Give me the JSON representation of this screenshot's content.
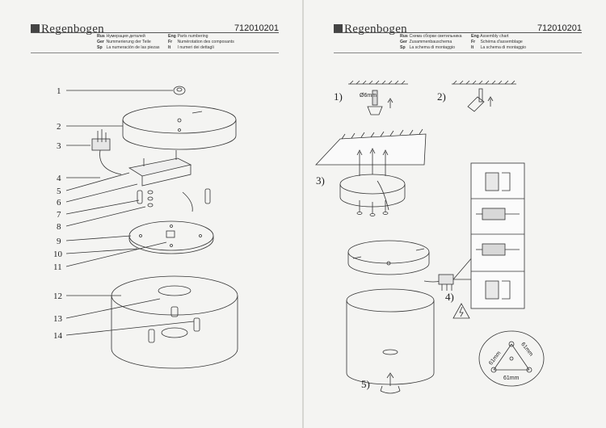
{
  "brand": "Regenbogen",
  "document_number": "712010201",
  "left_page": {
    "legend": [
      [
        "Rus",
        "Нумерация деталей"
      ],
      [
        "Eng",
        "Parts numbering"
      ],
      [
        "Ger",
        "Nummerierung der Teile"
      ],
      [
        "Fr",
        "Numérotation des composants"
      ],
      [
        "Sp",
        "La numeración de las piezas"
      ],
      [
        "It",
        "I numeri dei dettagli"
      ]
    ],
    "part_numbers": [
      "1",
      "2",
      "3",
      "4",
      "5",
      "6",
      "7",
      "8",
      "9",
      "10",
      "11",
      "12",
      "13",
      "14"
    ]
  },
  "right_page": {
    "legend": [
      [
        "Rus",
        "Схема сборки светильника"
      ],
      [
        "Eng",
        "Assembly chart"
      ],
      [
        "Ger",
        "Zusammenbauschema"
      ],
      [
        "Fr",
        "Schéma d'assemblage"
      ],
      [
        "Sp",
        "La schema di montaggio"
      ],
      [
        "It",
        "La schema di montaggio"
      ]
    ],
    "steps": [
      "1)",
      "2)",
      "3)",
      "4)",
      "5)"
    ],
    "drill_label": "Ø6mm",
    "dimensions": [
      "61mm",
      "61mm",
      "61mm"
    ]
  }
}
